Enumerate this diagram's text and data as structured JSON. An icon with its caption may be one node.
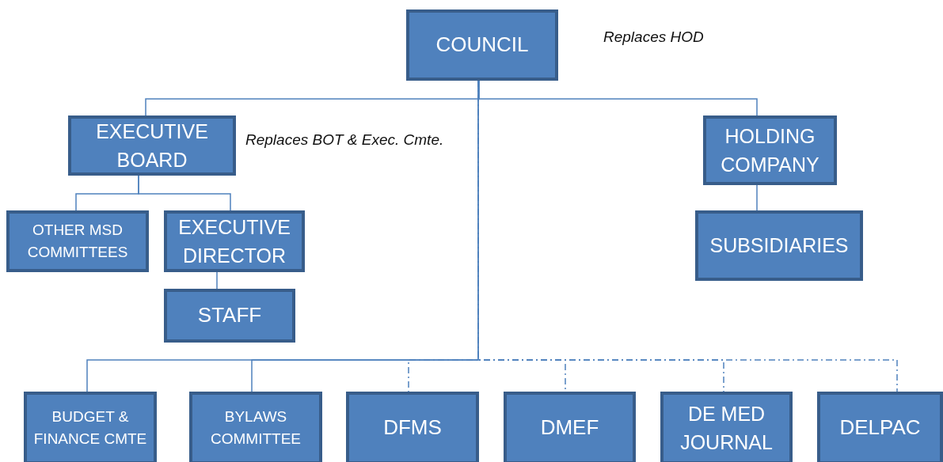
{
  "diagram": {
    "nodes": [
      {
        "text": [
          "COUNCIL"
        ],
        "beside": [
          "Replaces HOD"
        ]
      },
      {
        "text": [
          "EXECUTIVE BOARD"
        ],
        "beside": [
          "Replaces BOT & Exec. Cmte."
        ]
      },
      {
        "text": [
          "HOLDING COMPANY"
        ]
      },
      {
        "text": [
          "OTHER MSD COMMITTEES"
        ]
      },
      {
        "text": [
          "EXECUTIVE DIRECTOR"
        ]
      },
      {
        "text": [
          "STAFF"
        ]
      },
      {
        "text": [
          "SUBSIDIARIES"
        ]
      },
      {
        "text": [
          "BUDGET & FINANCE CMTE"
        ]
      },
      {
        "text": [
          "BYLAWS COMMITTEE"
        ]
      },
      {
        "text": [
          "DFMS"
        ]
      },
      {
        "text": [
          "DMEF"
        ]
      },
      {
        "text": [
          "DE MED JOURNAL"
        ]
      },
      {
        "text": [
          "DELPAC"
        ]
      }
    ],
    "edges": [
      {
        "from": 0,
        "to": 1,
        "arrow": "none"
      },
      {
        "from": 0,
        "to": 2,
        "arrow": "none"
      },
      {
        "from": 1,
        "to": 3,
        "arrow": "none"
      },
      {
        "from": 1,
        "to": 4,
        "arrow": "none"
      },
      {
        "from": 4,
        "to": 5,
        "arrow": "none"
      },
      {
        "from": 2,
        "to": 6,
        "arrow": "none"
      },
      {
        "from": 0,
        "to": 7,
        "arrow": "none"
      },
      {
        "from": 0,
        "to": 8,
        "arrow": "none"
      },
      {
        "from": 0,
        "to": 9,
        "arrow": "none",
        "style": "dashed"
      },
      {
        "from": 0,
        "to": 10,
        "arrow": "none",
        "style": "dashed"
      },
      {
        "from": 0,
        "to": 11,
        "arrow": "none",
        "style": "dashed"
      },
      {
        "from": 0,
        "to": 12,
        "arrow": "none",
        "style": "dashed"
      }
    ]
  }
}
